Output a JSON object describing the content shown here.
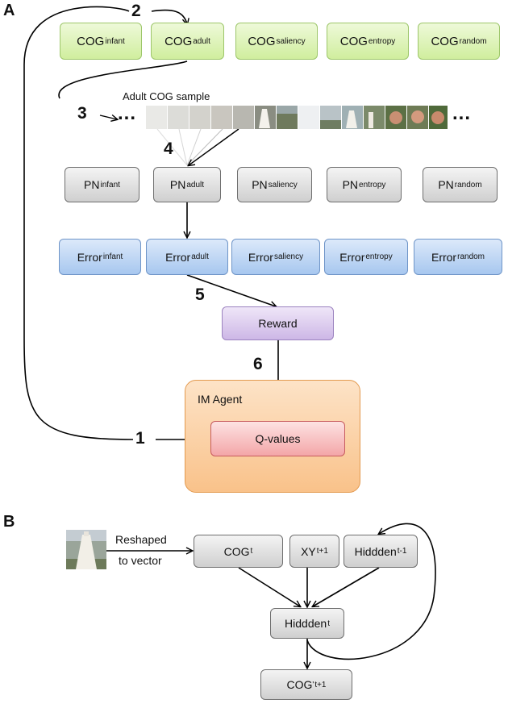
{
  "panels": {
    "a": "A",
    "b": "B"
  },
  "steps": [
    "1",
    "2",
    "3",
    "4",
    "5",
    "6"
  ],
  "ellipsis": "...",
  "sample_label": "Adult COG sample",
  "cog_row": [
    {
      "base": "COG",
      "sub": "infant"
    },
    {
      "base": "COG",
      "sub": "adult"
    },
    {
      "base": "COG",
      "sub": "saliency"
    },
    {
      "base": "COG",
      "sub": "entropy"
    },
    {
      "base": "COG",
      "sub": "random"
    }
  ],
  "pn_row": [
    {
      "base": "PN",
      "sub": "infant"
    },
    {
      "base": "PN",
      "sub": "adult"
    },
    {
      "base": "PN",
      "sub": "saliency"
    },
    {
      "base": "PN",
      "sub": "entropy"
    },
    {
      "base": "PN",
      "sub": "random"
    }
  ],
  "error_row": [
    {
      "base": "Error",
      "sub": "infant"
    },
    {
      "base": "Error",
      "sub": "adult"
    },
    {
      "base": "Error",
      "sub": "saliency"
    },
    {
      "base": "Error",
      "sub": "entropy"
    },
    {
      "base": "Error",
      "sub": "random"
    }
  ],
  "reward": "Reward",
  "im_agent": "IM Agent",
  "q_values": "Q-values",
  "panel_b": {
    "reshaped_line1": "Reshaped",
    "reshaped_line2": "to vector",
    "cog_t": {
      "base": "COG",
      "sub": "t"
    },
    "xy": {
      "base": "XY",
      "sub": "t+1"
    },
    "hidden_prev": {
      "base": "Hiddden",
      "sub": "t-1"
    },
    "hidden_t": {
      "base": "Hiddden",
      "sub": "t"
    },
    "cog_out": {
      "base": "COG",
      "sup": "'",
      "sub": "t+1"
    }
  },
  "colors": {
    "green": "#d0ee9e",
    "gray": "#cfcfcf",
    "blue": "#a7c7ef",
    "purple": "#cdb7e6",
    "orange": "#f9c28a",
    "red": "#f3a6a8"
  }
}
